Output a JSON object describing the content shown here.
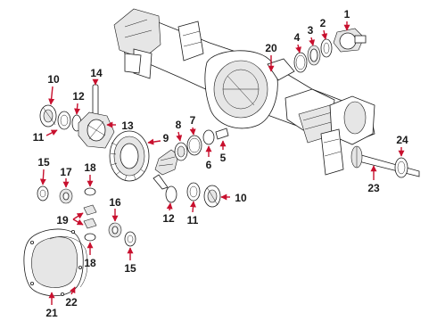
{
  "callouts": [
    {
      "id": "c1",
      "label": "1"
    },
    {
      "id": "c2",
      "label": "2"
    },
    {
      "id": "c3",
      "label": "3"
    },
    {
      "id": "c4",
      "label": "4"
    },
    {
      "id": "c5",
      "label": "5"
    },
    {
      "id": "c6",
      "label": "6"
    },
    {
      "id": "c7",
      "label": "7"
    },
    {
      "id": "c8",
      "label": "8"
    },
    {
      "id": "c9",
      "label": "9"
    },
    {
      "id": "c10a",
      "label": "10"
    },
    {
      "id": "c10b",
      "label": "10"
    },
    {
      "id": "c11a",
      "label": "11"
    },
    {
      "id": "c11b",
      "label": "11"
    },
    {
      "id": "c12a",
      "label": "12"
    },
    {
      "id": "c12b",
      "label": "12"
    },
    {
      "id": "c13",
      "label": "13"
    },
    {
      "id": "c14",
      "label": "14"
    },
    {
      "id": "c15a",
      "label": "15"
    },
    {
      "id": "c15b",
      "label": "15"
    },
    {
      "id": "c16",
      "label": "16"
    },
    {
      "id": "c17",
      "label": "17"
    },
    {
      "id": "c18a",
      "label": "18"
    },
    {
      "id": "c18b",
      "label": "18"
    },
    {
      "id": "c19",
      "label": "19"
    },
    {
      "id": "c20",
      "label": "20"
    },
    {
      "id": "c21",
      "label": "21"
    },
    {
      "id": "c22",
      "label": "22"
    },
    {
      "id": "c23",
      "label": "23"
    },
    {
      "id": "c24",
      "label": "24"
    }
  ],
  "colors": {
    "arrow": "#c8102e",
    "line": "#1a1a1a",
    "shade": "#e6e6e6"
  }
}
